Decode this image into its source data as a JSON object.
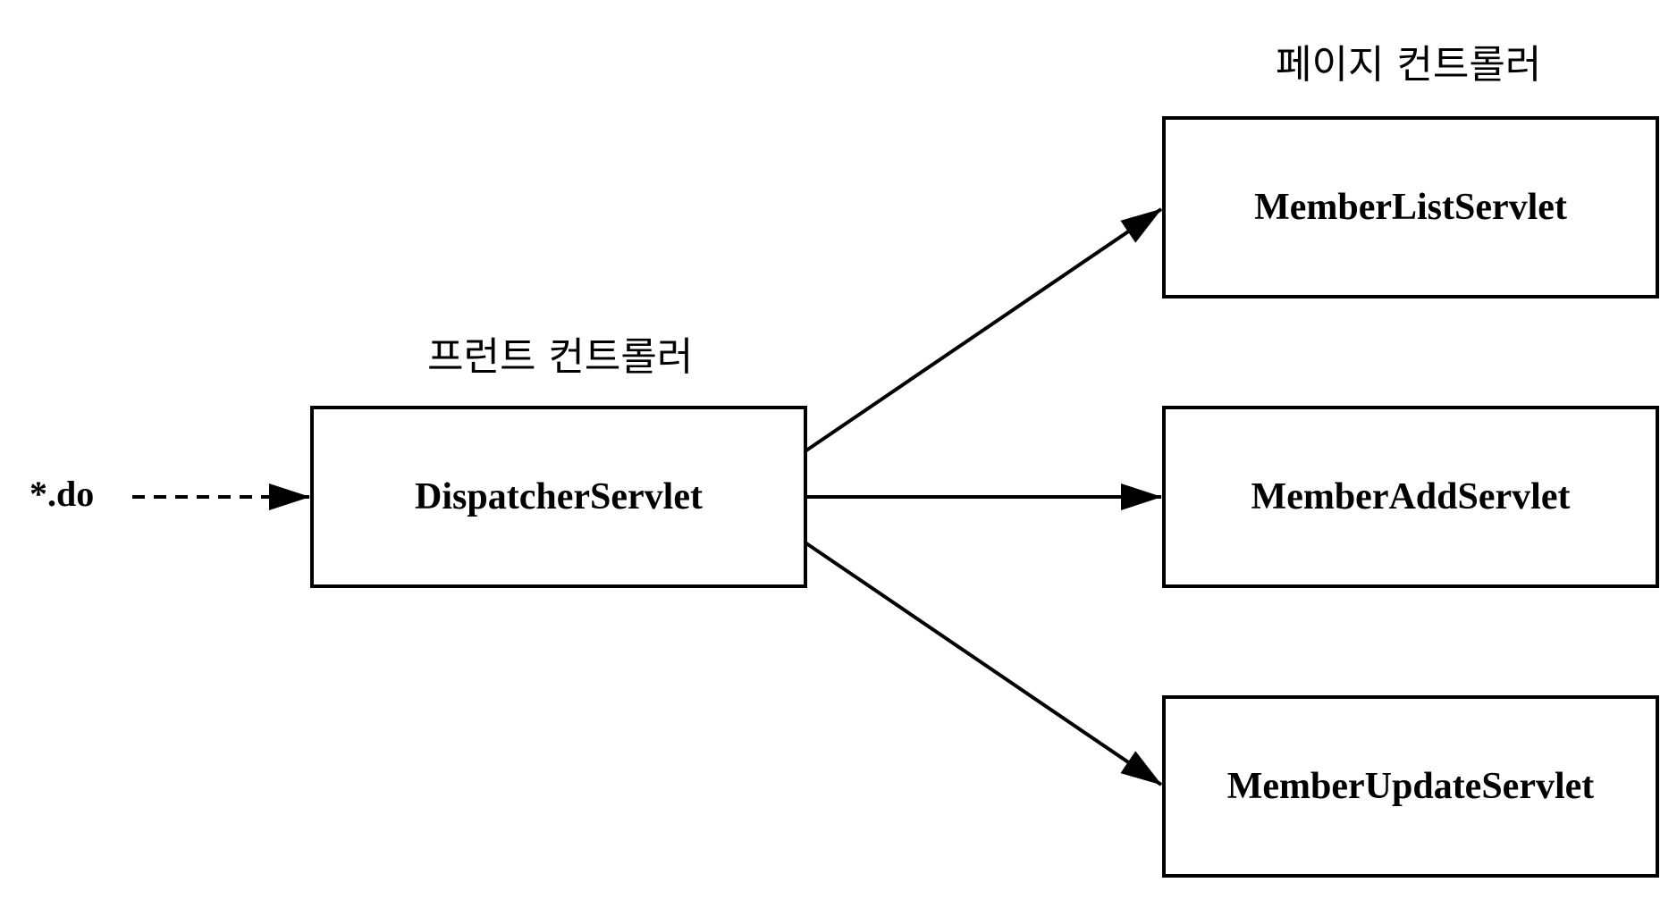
{
  "input": {
    "label": "*.do"
  },
  "front_controller": {
    "group_label": "프런트 컨트롤러",
    "box_label": "DispatcherServlet"
  },
  "page_controllers": {
    "group_label": "페이지 컨트롤러",
    "items": [
      {
        "label": "MemberListServlet"
      },
      {
        "label": "MemberAddServlet"
      },
      {
        "label": "MemberUpdateServlet"
      }
    ]
  },
  "colors": {
    "stroke": "#000000",
    "background": "#ffffff"
  }
}
